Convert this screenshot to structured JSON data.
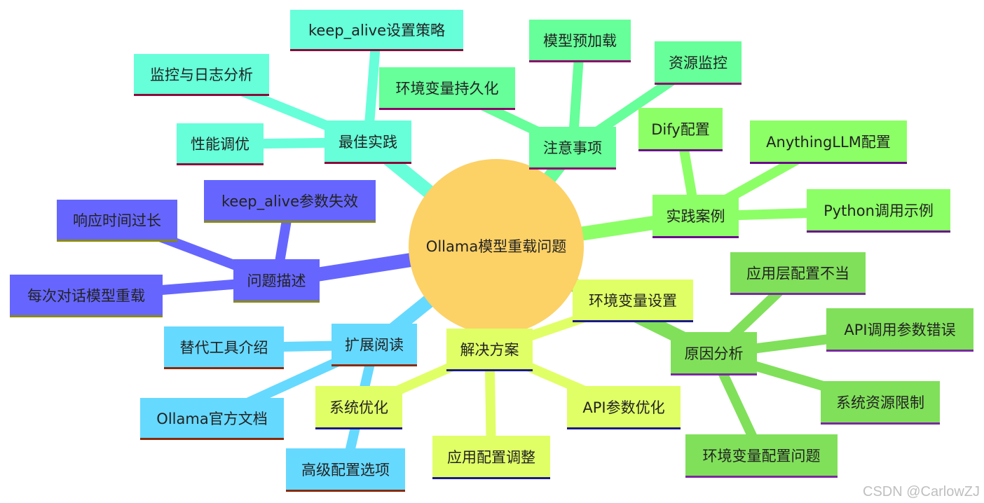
{
  "root": {
    "label": "Ollama模型重载问题",
    "color": "#fcd166"
  },
  "branches": [
    {
      "label": "最佳实践",
      "color": "#66ffd9",
      "underline": "#8a0a3a",
      "children": [
        "keep_alive设置策略",
        "监控与日志分析",
        "性能调优"
      ]
    },
    {
      "label": "注意事项",
      "color": "#66ff99",
      "underline": "#8a0a6a",
      "children": [
        "模型预加载",
        "环境变量持久化",
        "资源监控"
      ]
    },
    {
      "label": "实践案例",
      "color": "#8cff66",
      "underline": "#6a0a8a",
      "children": [
        "Dify配置",
        "AnythingLLM配置",
        "Python调用示例"
      ]
    },
    {
      "label": "原因分析",
      "color": "#80e05a",
      "underline": "#7a2aa0",
      "children": [
        "应用层配置不当",
        "API调用参数错误",
        "系统资源限制",
        "环境变量配置问题"
      ]
    },
    {
      "label": "解决方案",
      "color": "#e0ff66",
      "underline": "#1a1a8a",
      "children": [
        "环境变量设置",
        "API参数优化",
        "应用配置调整",
        "系统优化"
      ]
    },
    {
      "label": "扩展阅读",
      "color": "#66d9ff",
      "underline": "#8a2a0a",
      "children": [
        "替代工具介绍",
        "Ollama官方文档",
        "高级配置选项"
      ]
    },
    {
      "label": "问题描述",
      "color": "#6666ff",
      "underline": "#8a8a0a",
      "children": [
        "keep_alive参数失效",
        "响应时间过长",
        "每次对话模型重载"
      ]
    }
  ],
  "watermark": "CSDN @CarlowZJ"
}
